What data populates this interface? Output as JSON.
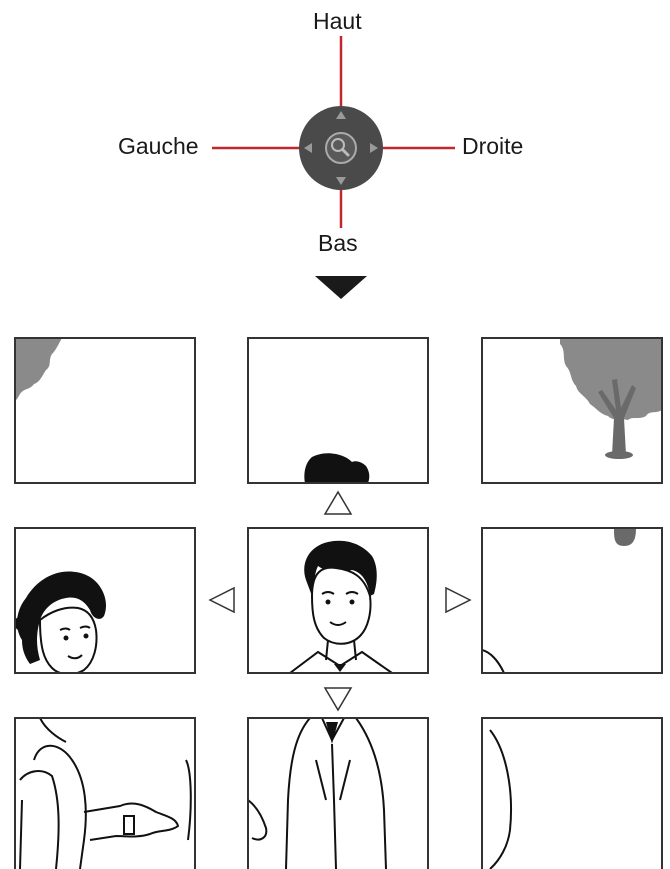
{
  "controller": {
    "up_label": "Haut",
    "down_label": "Bas",
    "left_label": "Gauche",
    "right_label": "Droite",
    "center_icon": "magnifier-icon",
    "disc_color": "#4a4a4a",
    "line_color": "#c0282d"
  },
  "flow_arrow_icon": "triangle-down-icon",
  "grid": {
    "rows": 3,
    "cols": 3,
    "frame_color": "#333333",
    "arrows": [
      "up-triangle-icon",
      "left-triangle-icon",
      "right-triangle-icon",
      "down-triangle-icon"
    ]
  }
}
